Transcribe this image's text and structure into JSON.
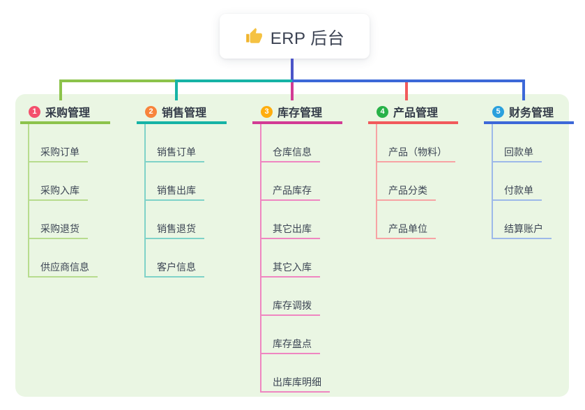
{
  "root": {
    "title": "ERP 后台",
    "icon": "thumbs-up-icon"
  },
  "colors": {
    "panel_bg": "#eaf6e3",
    "root_stem": "#4b54c8",
    "text": "#3c4554"
  },
  "branches": [
    {
      "num": "1",
      "label": "采购管理",
      "badge_color": "#f4506c",
      "line_color": "#8cc34b",
      "sub_line_color": "#b7dc8e",
      "items": [
        "采购订单",
        "采购入库",
        "采购退货",
        "供应商信息"
      ]
    },
    {
      "num": "2",
      "label": "销售管理",
      "badge_color": "#f8843c",
      "line_color": "#16b3a6",
      "sub_line_color": "#7fd2c8",
      "items": [
        "销售订单",
        "销售出库",
        "销售退货",
        "客户信息"
      ]
    },
    {
      "num": "3",
      "label": "库存管理",
      "badge_color": "#ffae0e",
      "line_color": "#d23b94",
      "sub_line_color": "#ef86c1",
      "items": [
        "仓库信息",
        "产品库存",
        "其它出库",
        "其它入库",
        "库存调拨",
        "库存盘点",
        "出库库明细"
      ]
    },
    {
      "num": "4",
      "label": "产品管理",
      "badge_color": "#28b248",
      "line_color": "#f15a5c",
      "sub_line_color": "#f7a3a4",
      "items": [
        "产品（物料）",
        "产品分类",
        "产品单位"
      ]
    },
    {
      "num": "5",
      "label": "财务管理",
      "badge_color": "#2aa0dd",
      "line_color": "#3c68d8",
      "sub_line_color": "#9db9e9",
      "items": [
        "回款单",
        "付款单",
        "结算账户"
      ]
    }
  ]
}
